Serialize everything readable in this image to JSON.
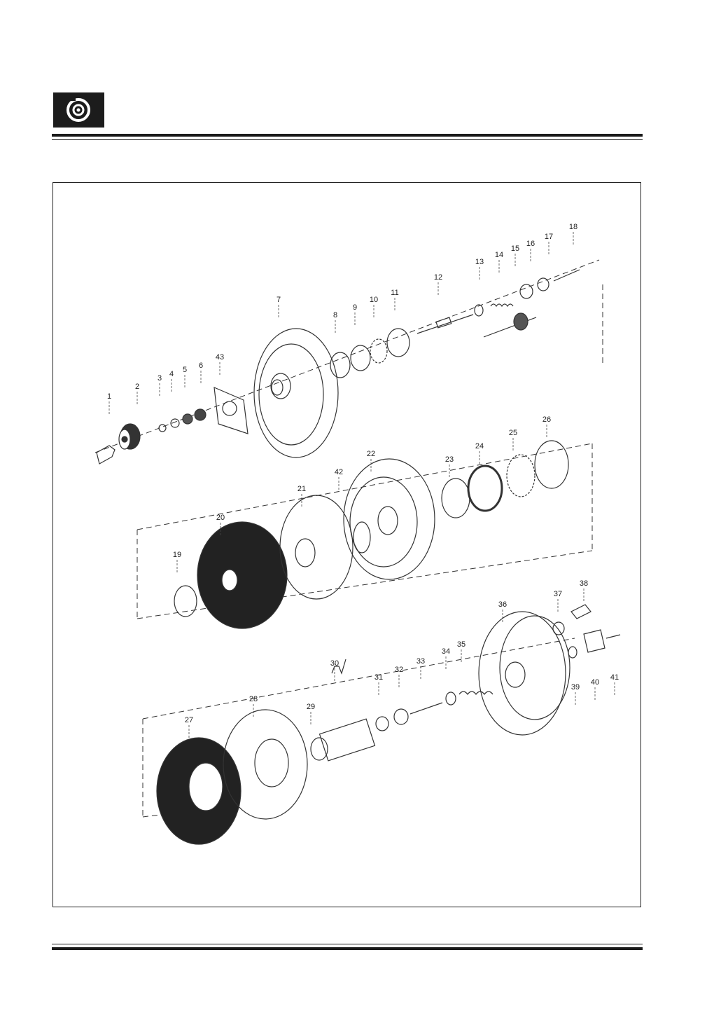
{
  "header": {
    "icon": "brake-disc-icon"
  },
  "diagram": {
    "type": "exploded-assembly",
    "labels": [
      {
        "id": "1",
        "n": "1"
      },
      {
        "id": "2",
        "n": "2"
      },
      {
        "id": "3",
        "n": "3"
      },
      {
        "id": "4",
        "n": "4"
      },
      {
        "id": "5",
        "n": "5"
      },
      {
        "id": "6",
        "n": "6"
      },
      {
        "id": "7",
        "n": "7"
      },
      {
        "id": "8",
        "n": "8"
      },
      {
        "id": "9",
        "n": "9"
      },
      {
        "id": "10",
        "n": "10"
      },
      {
        "id": "11",
        "n": "11"
      },
      {
        "id": "12",
        "n": "12"
      },
      {
        "id": "13",
        "n": "13"
      },
      {
        "id": "14",
        "n": "14"
      },
      {
        "id": "15",
        "n": "15"
      },
      {
        "id": "16",
        "n": "16"
      },
      {
        "id": "17",
        "n": "17"
      },
      {
        "id": "18",
        "n": "18"
      },
      {
        "id": "19",
        "n": "19"
      },
      {
        "id": "20",
        "n": "20"
      },
      {
        "id": "21",
        "n": "21"
      },
      {
        "id": "22",
        "n": "22"
      },
      {
        "id": "23",
        "n": "23"
      },
      {
        "id": "24",
        "n": "24"
      },
      {
        "id": "25",
        "n": "25"
      },
      {
        "id": "26",
        "n": "26"
      },
      {
        "id": "27",
        "n": "27"
      },
      {
        "id": "28",
        "n": "28"
      },
      {
        "id": "29",
        "n": "29"
      },
      {
        "id": "30",
        "n": "30"
      },
      {
        "id": "31",
        "n": "31"
      },
      {
        "id": "32",
        "n": "32"
      },
      {
        "id": "33",
        "n": "33"
      },
      {
        "id": "34",
        "n": "34"
      },
      {
        "id": "35",
        "n": "35"
      },
      {
        "id": "36",
        "n": "36"
      },
      {
        "id": "37",
        "n": "37"
      },
      {
        "id": "38",
        "n": "38"
      },
      {
        "id": "39",
        "n": "39"
      },
      {
        "id": "40",
        "n": "40"
      },
      {
        "id": "41",
        "n": "41"
      },
      {
        "id": "42",
        "n": "42"
      },
      {
        "id": "43",
        "n": "43"
      }
    ]
  }
}
